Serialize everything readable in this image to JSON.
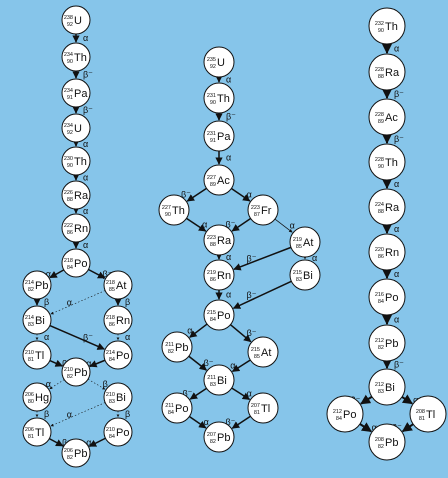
{
  "colors": {
    "background": "#86c5ea",
    "node_fill": "#ffffff",
    "ink": "#111111"
  },
  "series": [
    {
      "nodes": [
        {
          "id": "U238",
          "mass": "238",
          "z": "92",
          "sym": "U"
        },
        {
          "id": "Th234",
          "mass": "234",
          "z": "90",
          "sym": "Th"
        },
        {
          "id": "Pa234",
          "mass": "234",
          "z": "91",
          "sym": "Pa"
        },
        {
          "id": "U234",
          "mass": "234",
          "z": "92",
          "sym": "U"
        },
        {
          "id": "Th230",
          "mass": "230",
          "z": "90",
          "sym": "Th"
        },
        {
          "id": "Ra226",
          "mass": "226",
          "z": "88",
          "sym": "Ra"
        },
        {
          "id": "Rn222",
          "mass": "222",
          "z": "86",
          "sym": "Rn"
        },
        {
          "id": "Po218",
          "mass": "218",
          "z": "84",
          "sym": "Po"
        },
        {
          "id": "Pb214",
          "mass": "214",
          "z": "82",
          "sym": "Pb"
        },
        {
          "id": "At218",
          "mass": "218",
          "z": "85",
          "sym": "At"
        },
        {
          "id": "Bi214",
          "mass": "214",
          "z": "83",
          "sym": "Bi"
        },
        {
          "id": "Rn218",
          "mass": "218",
          "z": "86",
          "sym": "Rn"
        },
        {
          "id": "Tl210",
          "mass": "210",
          "z": "81",
          "sym": "Tl"
        },
        {
          "id": "Po214",
          "mass": "214",
          "z": "84",
          "sym": "Po"
        },
        {
          "id": "Pb210",
          "mass": "210",
          "z": "82",
          "sym": "Pb"
        },
        {
          "id": "Hg206",
          "mass": "206",
          "z": "80",
          "sym": "Hg"
        },
        {
          "id": "Bi210",
          "mass": "210",
          "z": "83",
          "sym": "Bi"
        },
        {
          "id": "Tl206",
          "mass": "206",
          "z": "81",
          "sym": "Tl"
        },
        {
          "id": "Po210",
          "mass": "210",
          "z": "84",
          "sym": "Po"
        },
        {
          "id": "Pb206",
          "mass": "206",
          "z": "82",
          "sym": "Pb"
        }
      ],
      "edges": [
        {
          "from": "U238",
          "to": "Th234",
          "decay": "α"
        },
        {
          "from": "Th234",
          "to": "Pa234",
          "decay": "β⁻"
        },
        {
          "from": "Pa234",
          "to": "U234",
          "decay": "β⁻"
        },
        {
          "from": "U234",
          "to": "Th230",
          "decay": "α"
        },
        {
          "from": "Th230",
          "to": "Ra226",
          "decay": "α"
        },
        {
          "from": "Ra226",
          "to": "Rn222",
          "decay": "α"
        },
        {
          "from": "Rn222",
          "to": "Po218",
          "decay": "α"
        },
        {
          "from": "Po218",
          "to": "Pb214",
          "decay": "α"
        },
        {
          "from": "Po218",
          "to": "At218",
          "decay": "β⁻"
        },
        {
          "from": "Pb214",
          "to": "Bi214",
          "decay": "β"
        },
        {
          "from": "At218",
          "to": "Rn218",
          "decay": "β"
        },
        {
          "from": "At218",
          "to": "Bi214",
          "decay": "α"
        },
        {
          "from": "Bi214",
          "to": "Tl210",
          "decay": "α"
        },
        {
          "from": "Bi214",
          "to": "Po214",
          "decay": "β⁻"
        },
        {
          "from": "Rn218",
          "to": "Po214",
          "decay": "α"
        },
        {
          "from": "Tl210",
          "to": "Pb210",
          "decay": "β⁻"
        },
        {
          "from": "Po214",
          "to": "Pb210",
          "decay": "α"
        },
        {
          "from": "Pb210",
          "to": "Hg206",
          "decay": "α"
        },
        {
          "from": "Pb210",
          "to": "Bi210",
          "decay": "β"
        },
        {
          "from": "Hg206",
          "to": "Tl206",
          "decay": "β"
        },
        {
          "from": "Bi210",
          "to": "Tl206",
          "decay": "α"
        },
        {
          "from": "Bi210",
          "to": "Po210",
          "decay": "β"
        },
        {
          "from": "Tl206",
          "to": "Pb206",
          "decay": "β⁻"
        },
        {
          "from": "Po210",
          "to": "Pb206",
          "decay": "α"
        }
      ]
    },
    {
      "nodes": [
        {
          "id": "U235",
          "mass": "235",
          "z": "92",
          "sym": "U"
        },
        {
          "id": "Th231",
          "mass": "231",
          "z": "90",
          "sym": "Th"
        },
        {
          "id": "Pa231",
          "mass": "231",
          "z": "91",
          "sym": "Pa"
        },
        {
          "id": "Ac227",
          "mass": "227",
          "z": "89",
          "sym": "Ac"
        },
        {
          "id": "Th227",
          "mass": "227",
          "z": "90",
          "sym": "Th"
        },
        {
          "id": "Fr223",
          "mass": "223",
          "z": "87",
          "sym": "Fr"
        },
        {
          "id": "Ra223",
          "mass": "223",
          "z": "88",
          "sym": "Ra"
        },
        {
          "id": "At219",
          "mass": "219",
          "z": "85",
          "sym": "At"
        },
        {
          "id": "Rn219",
          "mass": "219",
          "z": "86",
          "sym": "Rn"
        },
        {
          "id": "Bi215",
          "mass": "215",
          "z": "83",
          "sym": "Bi"
        },
        {
          "id": "Po215",
          "mass": "215",
          "z": "84",
          "sym": "Po"
        },
        {
          "id": "Pb211",
          "mass": "211",
          "z": "82",
          "sym": "Pb"
        },
        {
          "id": "At215",
          "mass": "215",
          "z": "85",
          "sym": "At"
        },
        {
          "id": "Bi211",
          "mass": "211",
          "z": "83",
          "sym": "Bi"
        },
        {
          "id": "Po211",
          "mass": "211",
          "z": "84",
          "sym": "Po"
        },
        {
          "id": "Tl207",
          "mass": "207",
          "z": "81",
          "sym": "Tl"
        },
        {
          "id": "Pb207",
          "mass": "207",
          "z": "82",
          "sym": "Pb"
        }
      ],
      "edges": [
        {
          "from": "U235",
          "to": "Th231",
          "decay": "α"
        },
        {
          "from": "Th231",
          "to": "Pa231",
          "decay": "β⁻"
        },
        {
          "from": "Pa231",
          "to": "Ac227",
          "decay": "α"
        },
        {
          "from": "Ac227",
          "to": "Th227",
          "decay": "β⁻"
        },
        {
          "from": "Ac227",
          "to": "Fr223",
          "decay": "α"
        },
        {
          "from": "Th227",
          "to": "Ra223",
          "decay": "α"
        },
        {
          "from": "Fr223",
          "to": "Ra223",
          "decay": "β⁻"
        },
        {
          "from": "Fr223",
          "to": "At219",
          "decay": "α"
        },
        {
          "from": "Ra223",
          "to": "Rn219",
          "decay": "α"
        },
        {
          "from": "At219",
          "to": "Rn219",
          "decay": "β⁻"
        },
        {
          "from": "At219",
          "to": "Bi215",
          "decay": "α"
        },
        {
          "from": "Rn219",
          "to": "Po215",
          "decay": "α"
        },
        {
          "from": "Bi215",
          "to": "Po215",
          "decay": "β⁻"
        },
        {
          "from": "Po215",
          "to": "Pb211",
          "decay": "α"
        },
        {
          "from": "Po215",
          "to": "At215",
          "decay": "β⁻"
        },
        {
          "from": "Pb211",
          "to": "Bi211",
          "decay": "β⁻"
        },
        {
          "from": "At215",
          "to": "Bi211",
          "decay": "α"
        },
        {
          "from": "Bi211",
          "to": "Po211",
          "decay": "β⁻"
        },
        {
          "from": "Bi211",
          "to": "Tl207",
          "decay": "α"
        },
        {
          "from": "Po211",
          "to": "Pb207",
          "decay": "α"
        },
        {
          "from": "Tl207",
          "to": "Pb207",
          "decay": "β⁻"
        }
      ]
    },
    {
      "nodes": [
        {
          "id": "Th232",
          "mass": "232",
          "z": "90",
          "sym": "Th"
        },
        {
          "id": "Ra228",
          "mass": "228",
          "z": "88",
          "sym": "Ra"
        },
        {
          "id": "Ac228",
          "mass": "228",
          "z": "89",
          "sym": "Ac"
        },
        {
          "id": "Th228",
          "mass": "228",
          "z": "90",
          "sym": "Th"
        },
        {
          "id": "Ra224",
          "mass": "224",
          "z": "88",
          "sym": "Ra"
        },
        {
          "id": "Rn220",
          "mass": "220",
          "z": "86",
          "sym": "Rn"
        },
        {
          "id": "Po216",
          "mass": "216",
          "z": "84",
          "sym": "Po"
        },
        {
          "id": "Pb212",
          "mass": "212",
          "z": "82",
          "sym": "Pb"
        },
        {
          "id": "Bi212",
          "mass": "212",
          "z": "83",
          "sym": "Bi"
        },
        {
          "id": "Po212",
          "mass": "212",
          "z": "84",
          "sym": "Po"
        },
        {
          "id": "Tl208",
          "mass": "208",
          "z": "81",
          "sym": "Tl"
        },
        {
          "id": "Pb208",
          "mass": "208",
          "z": "82",
          "sym": "Pb"
        }
      ],
      "edges": [
        {
          "from": "Th232",
          "to": "Ra228",
          "decay": "α"
        },
        {
          "from": "Ra228",
          "to": "Ac228",
          "decay": "β⁻"
        },
        {
          "from": "Ac228",
          "to": "Th228",
          "decay": "β⁻"
        },
        {
          "from": "Th228",
          "to": "Ra224",
          "decay": "α"
        },
        {
          "from": "Ra224",
          "to": "Rn220",
          "decay": "α"
        },
        {
          "from": "Rn220",
          "to": "Po216",
          "decay": "α"
        },
        {
          "from": "Po216",
          "to": "Pb212",
          "decay": "α"
        },
        {
          "from": "Pb212",
          "to": "Bi212",
          "decay": "β⁻"
        },
        {
          "from": "Bi212",
          "to": "Po212",
          "decay": "β⁻"
        },
        {
          "from": "Bi212",
          "to": "Tl208",
          "decay": "α"
        },
        {
          "from": "Po212",
          "to": "Pb208",
          "decay": "α"
        },
        {
          "from": "Tl208",
          "to": "Pb208",
          "decay": "β⁻"
        }
      ]
    }
  ]
}
